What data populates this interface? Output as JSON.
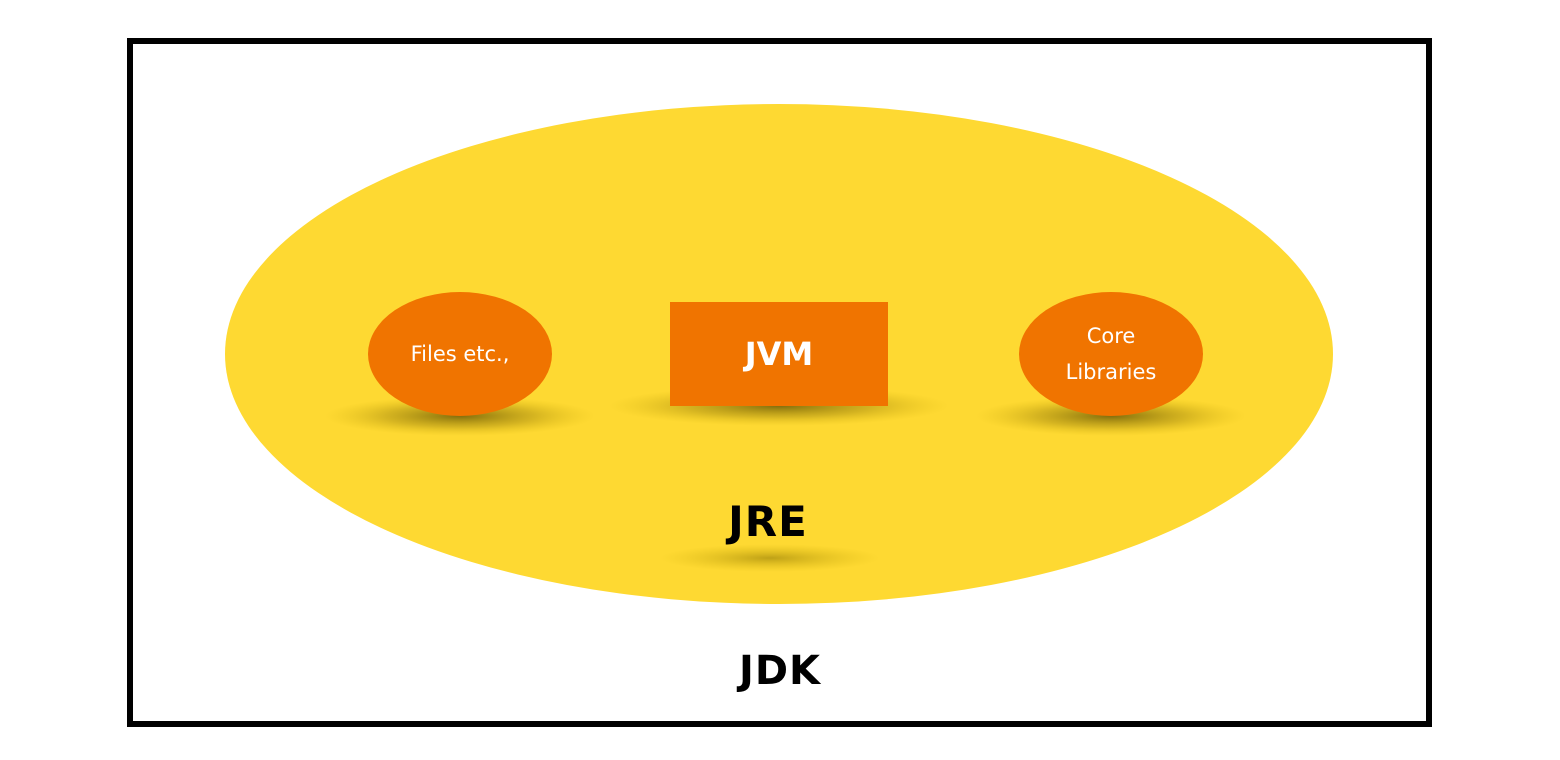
{
  "diagram": {
    "outer": {
      "label": "JDK",
      "border_color": "#000000"
    },
    "middle": {
      "label": "JRE",
      "fill_color": "#FED932"
    },
    "components": [
      {
        "id": "files",
        "label": "Files etc.,",
        "shape": "ellipse",
        "fill_color": "#F07400"
      },
      {
        "id": "jvm",
        "label": "JVM",
        "shape": "rectangle",
        "fill_color": "#F07400"
      },
      {
        "id": "core",
        "label_lines": [
          "Core",
          "Libraries"
        ],
        "shape": "ellipse",
        "fill_color": "#F07400"
      }
    ]
  }
}
